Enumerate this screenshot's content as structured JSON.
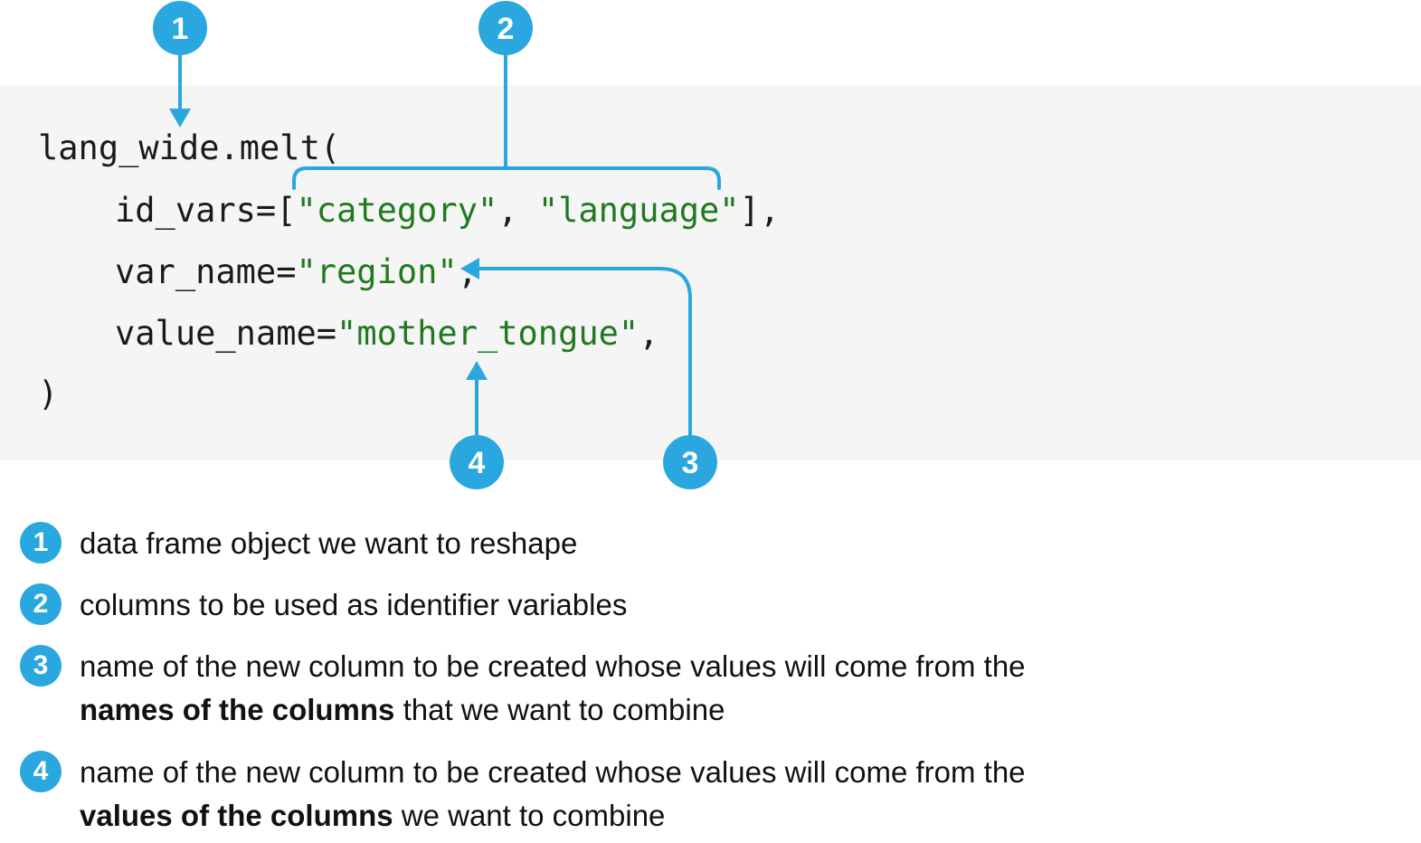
{
  "code": {
    "line1": "lang_wide.melt(",
    "line2": {
      "pre": "id_vars=[",
      "s1": "\"category\"",
      "mid": ", ",
      "s2": "\"language\"",
      "post": "],"
    },
    "line3": {
      "pre": "var_name=",
      "s1": "\"region\"",
      "post": ","
    },
    "line4": {
      "pre": "value_name=",
      "s1": "\"mother_tongue\"",
      "post": ","
    },
    "line5": ")"
  },
  "callouts": {
    "c1": "1",
    "c2": "2",
    "c3": "3",
    "c4": "4"
  },
  "legend": [
    {
      "num": "1",
      "text": "data frame object we want to reshape"
    },
    {
      "num": "2",
      "text": "columns to be used as identifier variables"
    },
    {
      "num": "3",
      "text1": "name of the new column to be created whose values will come from the",
      "bold": "names of the columns",
      "rest": " that we want to combine"
    },
    {
      "num": "4",
      "text1": "name of the new column to be created whose values will come from the",
      "bold": "values of the columns",
      "rest": " we want to combine"
    }
  ],
  "colors": {
    "accent": "#2aa7de",
    "string": "#1f7a1f",
    "code_bg": "#f5f5f5"
  }
}
